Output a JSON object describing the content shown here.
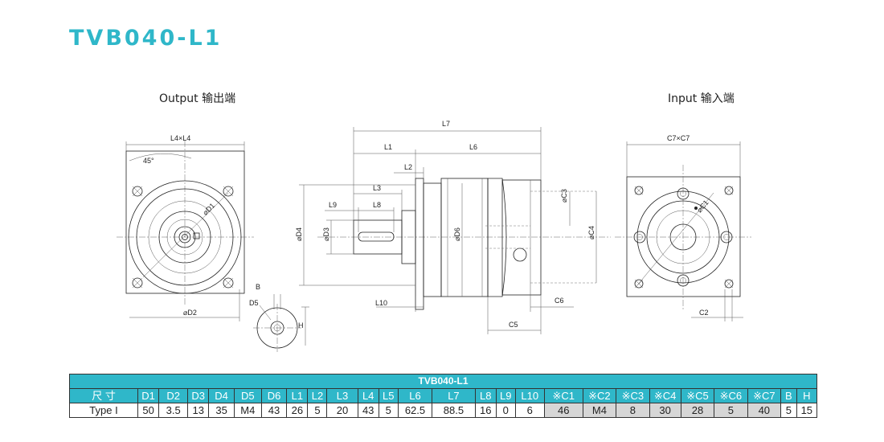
{
  "title": "TVB040-L1",
  "views": {
    "output_label": "Output  输出端",
    "input_label": "Input   输入端"
  },
  "dimension_labels": {
    "L4xL4": "L4×L4",
    "angle": "45°",
    "D1": "⌀D1",
    "D2": "⌀D2",
    "B": "B",
    "D5": "D5",
    "H": "H",
    "L7": "L7",
    "L1": "L1",
    "L6": "L6",
    "L2": "L2",
    "L3": "L3",
    "L9": "L9",
    "L8": "L8",
    "D4": "⌀D4",
    "D3": "⌀D3",
    "D6": "⌀D6",
    "C3": "⌀C3",
    "C4": "⌀C4",
    "L10": "L10",
    "C5": "C5",
    "C6": "C6",
    "C7xC7": "C7×C7",
    "C1": "⌀C1",
    "C2": "C2"
  },
  "table": {
    "title": "TVB040-L1",
    "headers": [
      "尺 寸",
      "D1",
      "D2",
      "D3",
      "D4",
      "D5",
      "D6",
      "L1",
      "L2",
      "L3",
      "L4",
      "L5",
      "L6",
      "L7",
      "L8",
      "L9",
      "L10",
      "※C1",
      "※C2",
      "※C3",
      "※C4",
      "※C5",
      "※C6",
      "※C7",
      "B",
      "H"
    ],
    "row": [
      "Type I",
      "50",
      "3.5",
      "13",
      "35",
      "M4",
      "43",
      "26",
      "5",
      "20",
      "43",
      "5",
      "62.5",
      "88.5",
      "16",
      "0",
      "6",
      "46",
      "M4",
      "8",
      "30",
      "28",
      "5",
      "40",
      "5",
      "15"
    ],
    "shaded_columns": [
      17,
      18,
      19,
      20,
      21,
      22,
      23
    ],
    "accent_color": "#2fb7c9",
    "shade_color": "#d6d6d6"
  }
}
